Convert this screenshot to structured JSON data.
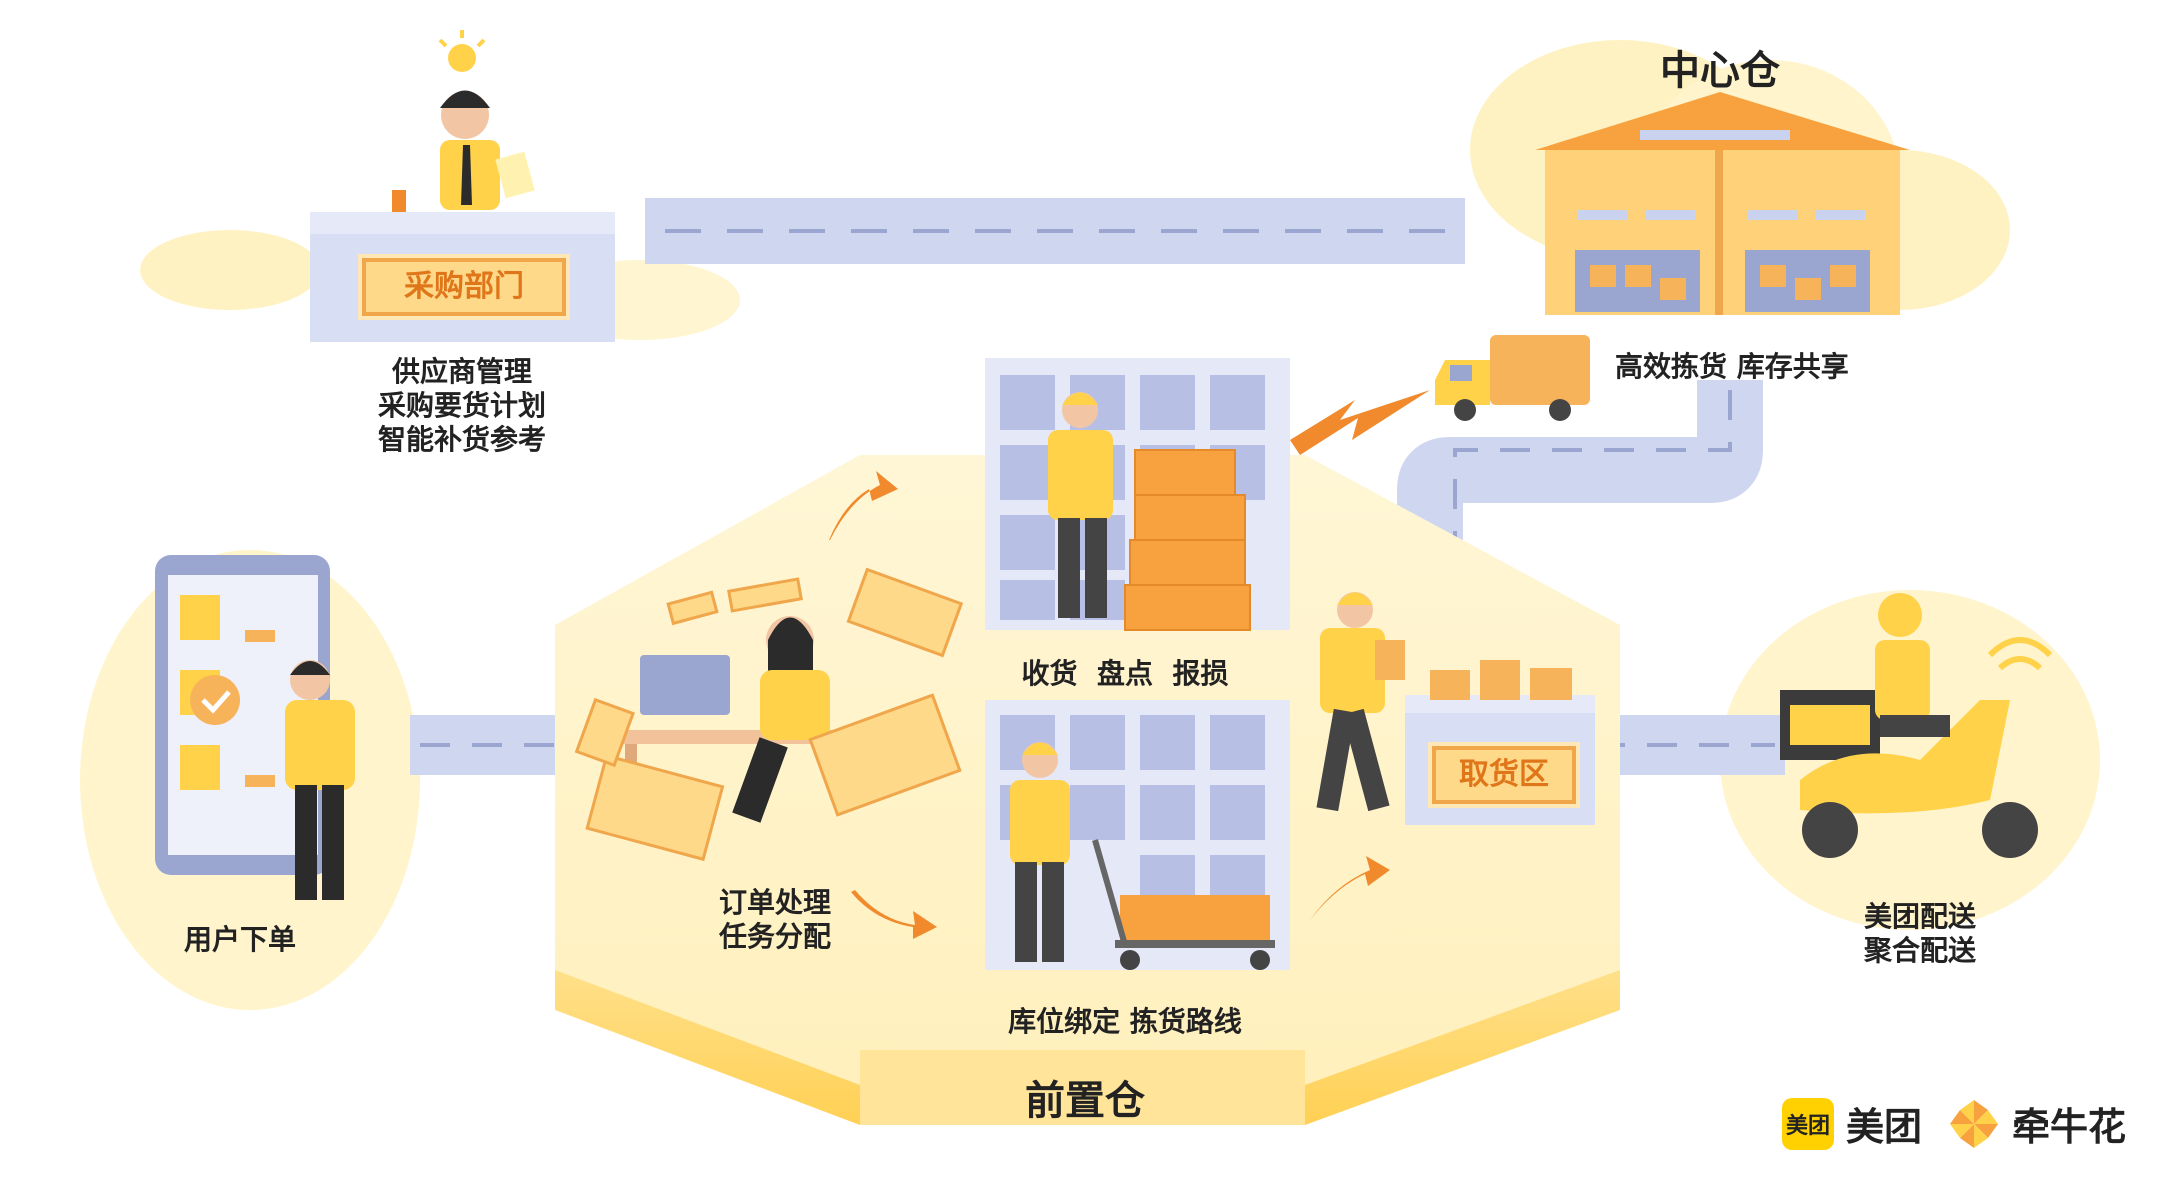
{
  "diagram": {
    "nodes": {
      "purchasing": {
        "sign": "采购部门",
        "desc": [
          "供应商管理",
          "采购要货计划",
          "智能补货参考"
        ]
      },
      "central_warehouse": {
        "title": "中心仓",
        "desc": "高效拣货 库存共享"
      },
      "user": {
        "desc": "用户下单"
      },
      "order_processing": {
        "desc": [
          "订单处理",
          "任务分配"
        ]
      },
      "receiving": {
        "desc": "收货  盘点  报损"
      },
      "picking": {
        "desc": "库位绑定 拣货路线"
      },
      "pickup": {
        "sign": "取货区"
      },
      "delivery": {
        "desc": [
          "美团配送",
          "聚合配送"
        ]
      },
      "front_warehouse": {
        "title": "前置仓"
      }
    },
    "brand": {
      "meituan_badge": "美团",
      "meituan": "美团",
      "partner": "牵牛花",
      "partner_logo_icon": "pinwheel-flower-icon"
    },
    "colors": {
      "yellow": "#ffd24a",
      "orange": "#f08a2c",
      "road": "#cfd6ef",
      "platform": "#fff3c4"
    }
  }
}
